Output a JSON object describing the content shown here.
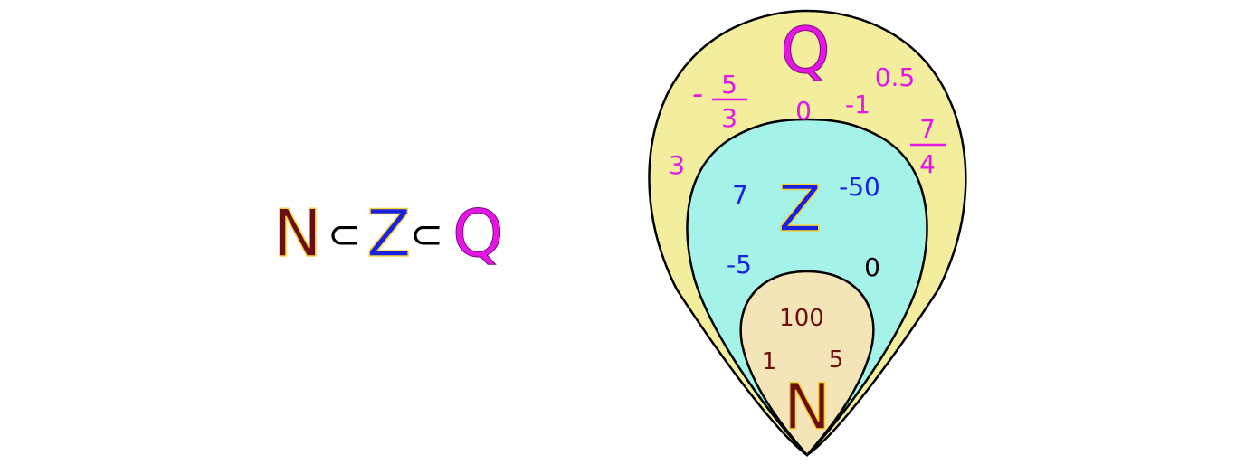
{
  "formula": {
    "set_n": "N",
    "subset_1": "⊂",
    "set_z": "Z",
    "subset_2": "⊂",
    "set_q": "Q"
  },
  "diagram": {
    "q": {
      "label": "Q",
      "elements": {
        "minus_sign": "-",
        "frac_a_num": "5",
        "frac_a_den": "3",
        "zero": "0",
        "minus_one": "-1",
        "point_five": "0.5",
        "frac_b_num": "7",
        "frac_b_den": "4",
        "three": "3"
      }
    },
    "z": {
      "label": "Z",
      "elements": {
        "seven": "7",
        "minus_fifty": "-50",
        "minus_five": "-5",
        "zero": "0"
      }
    },
    "n": {
      "label": "N",
      "elements": {
        "hundred": "100",
        "one": "1",
        "five": "5"
      }
    }
  },
  "colors": {
    "q_fill": "#F3EE9E",
    "z_fill": "#A4F2E8",
    "n_fill": "#F3E5B8",
    "q_text": "#E316E3",
    "z_text": "#1A22E0",
    "n_text": "#6B0E0E",
    "outline": "#000000",
    "subset_symbol": "#000000"
  }
}
